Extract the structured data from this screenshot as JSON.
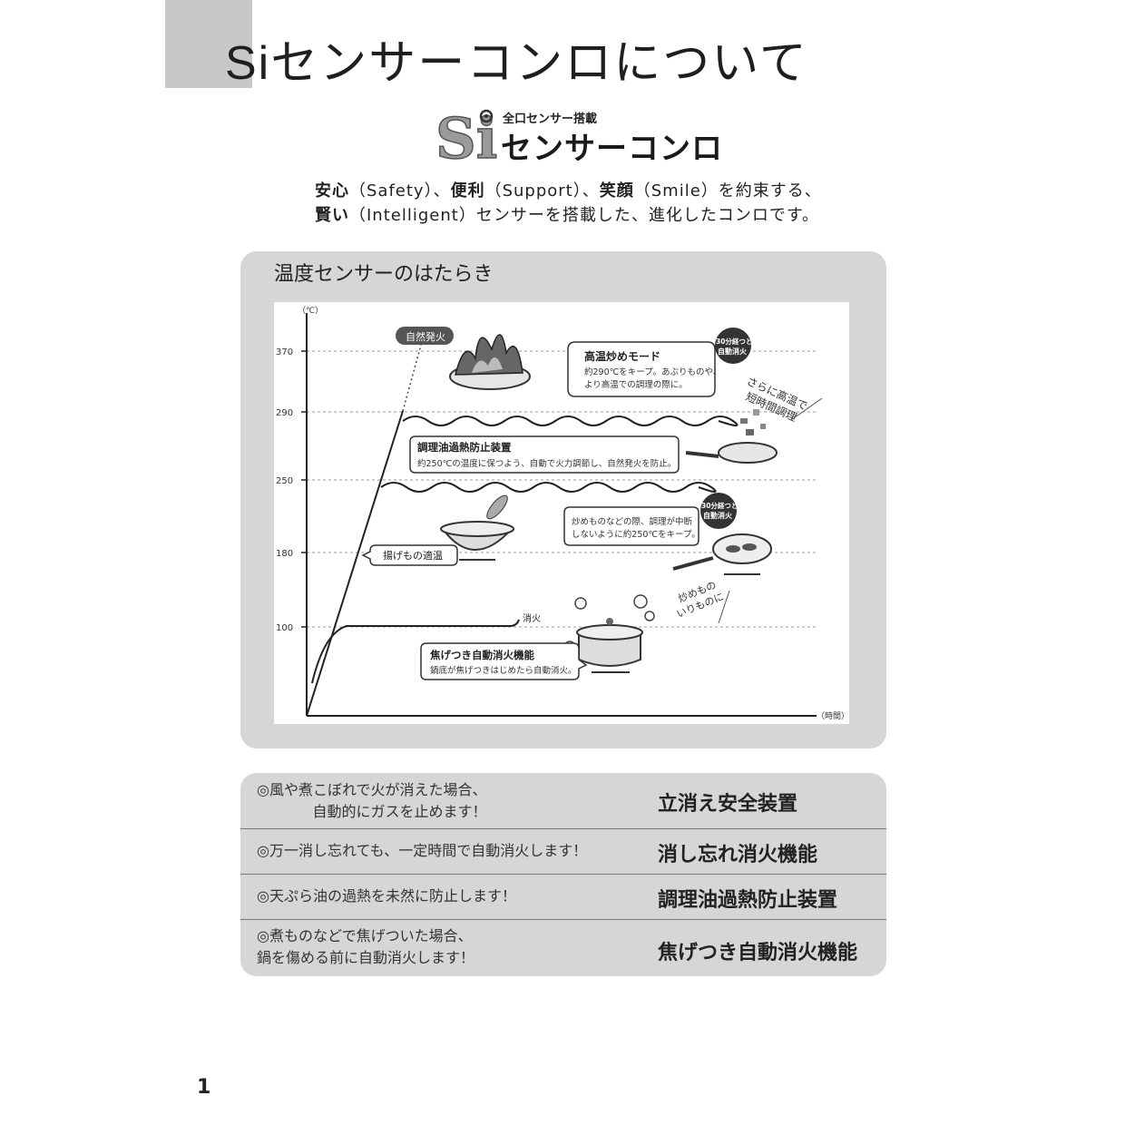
{
  "page": {
    "title_si": "Si",
    "title_rest": "センサーコンロについて",
    "page_number": "1"
  },
  "logo": {
    "si": "Si",
    "subtitle": "全口センサー搭載",
    "main": "センサーコンロ"
  },
  "tagline": {
    "line1_parts": [
      "安心",
      "（Safety）、",
      "便利",
      "（Support）、",
      "笑顔",
      "（Smile）を約束する、"
    ],
    "line2_parts": [
      "賢い",
      "（Intelligent）センサーを搭載した、進化したコンロです。"
    ]
  },
  "sensor_panel": {
    "title": "温度センサーのはたらき"
  },
  "chart_data": {
    "type": "line",
    "ylabel": "（℃）",
    "xlabel": "（時間）",
    "yticks": [
      100,
      180,
      250,
      290,
      370
    ],
    "ylim": [
      0,
      410
    ],
    "series": [],
    "annotations": {
      "auto_ignition": "自然発火",
      "high_mode_title": "高温炒めモード",
      "high_mode_line1": "約290℃をキープ。あぶりものや、",
      "high_mode_line2": "より高温での調理の際に。",
      "badge_30min_line1": "30分経つと",
      "badge_30min_line2": "自動消火",
      "side_high_line1": "さらに高温で",
      "side_high_line2": "短時間調理",
      "oil_title": "調理油過熱防止装置",
      "oil_desc": "約250℃の温度に保つよう、自動で火力調節し、自然発火を防止。",
      "stirfry_line1": "炒めものなどの際、調理が中断",
      "stirfry_line2": "しないように約250℃をキープ。",
      "fry_label": "揚げもの適温",
      "side_stir_line1": "炒めもの",
      "side_stir_line2": "いりものに",
      "extinguish": "消火",
      "scorch_title": "焦げつき自動消火機能",
      "scorch_desc": "鍋底が焦げつきはじめたら自動消火。"
    }
  },
  "features": [
    {
      "desc_line1": "◎風や煮こぼれで火が消えた場合、",
      "desc_line2": "自動的にガスを止めます！",
      "name": "立消え安全装置"
    },
    {
      "desc_line1": "◎万一消し忘れても、一定時間で自動消火します！",
      "desc_line2": "",
      "name": "消し忘れ消火機能"
    },
    {
      "desc_line1": "◎天ぷら油の過熱を未然に防止します！",
      "desc_line2": "",
      "name": "調理油過熱防止装置"
    },
    {
      "desc_line1": "◎煮ものなどで焦げついた場合、",
      "desc_line2": "鍋を傷める前に自動消火します！",
      "name": "焦げつき自動消火機能"
    }
  ]
}
